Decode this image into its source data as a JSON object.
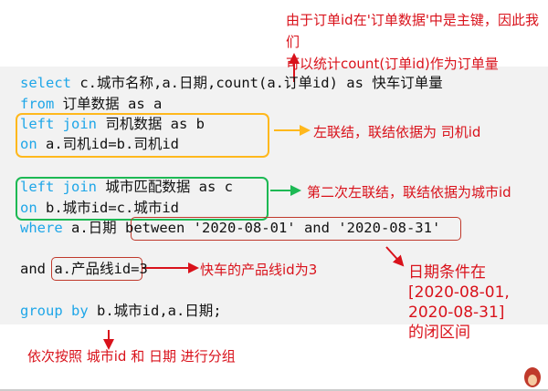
{
  "top_note": {
    "line1": "由于订单id在'订单数据'中是主键，因此我们",
    "line2": "可以统计count(订单id)作为订单量"
  },
  "code": [
    {
      "kw": "select",
      "rest": " c.城市名称,a.日期,count(a.订单id) as 快车订单量"
    },
    {
      "kw": "from",
      "rest": " 订单数据 as a"
    },
    {
      "kw": "left join",
      "rest": " 司机数据 as b"
    },
    {
      "kw": "on",
      "rest": " a.司机id=b.司机id"
    },
    {
      "kw": "left join",
      "rest": " 城市匹配数据 as c"
    },
    {
      "kw": "on",
      "rest": " b.城市id=c.城市id"
    },
    {
      "kw": "where",
      "rest": " a.日期 between '2020-08-01' and '2020-08-31'"
    },
    {
      "kw": "",
      "rest": "and a.产品线id=3"
    },
    {
      "kw": "group by",
      "rest": " b.城市id,a.日期;"
    }
  ],
  "notes": {
    "join1": "左联结，联结依据为 司机id",
    "join2": "第二次左联结，联结依据为城市id",
    "product": "快车的产品线id为3",
    "date": [
      "日期条件在",
      "[2020-08-01,",
      "2020-08-31]",
      "的闭区间"
    ],
    "group": "依次按照 城市id 和 日期 进行分组"
  },
  "colors": {
    "keyword": "#1ea6e8",
    "annotation": "#d9121b",
    "join1_box": "#ffb81c",
    "join2_box": "#1db954",
    "filter_box": "#c0392b"
  }
}
